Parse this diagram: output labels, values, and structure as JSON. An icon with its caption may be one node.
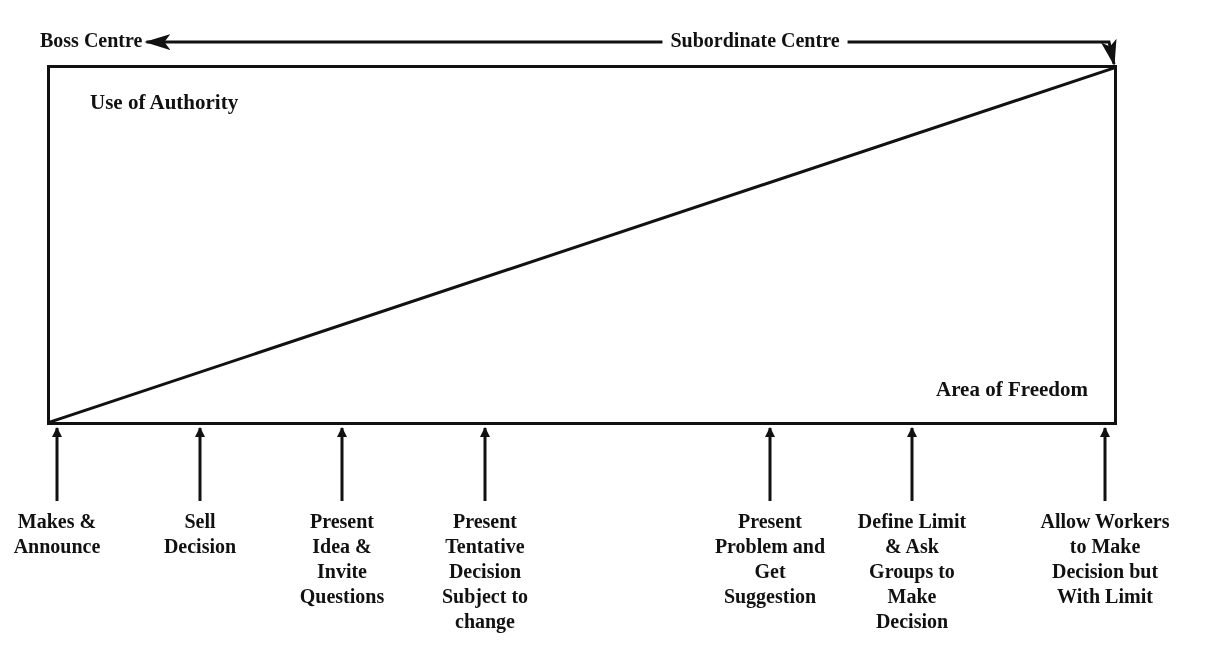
{
  "diagram": {
    "nodes": [
      {
        "text": [
          "Boss Centre"
        ]
      },
      {
        "text": [
          "Subordinate Centre"
        ]
      },
      {
        "text": [
          "Use of Authority",
          "Area of Freedom"
        ]
      },
      {
        "text": [
          "Makes & Announce"
        ]
      },
      {
        "text": [
          "Sell Decision"
        ]
      },
      {
        "text": [
          "Present Idea & Invite Questions"
        ]
      },
      {
        "text": [
          "Present Tentative Decision Subject to change"
        ]
      },
      {
        "text": [
          "Present Problem and Get Suggestion"
        ]
      },
      {
        "text": [
          "Define Limit & Ask Groups to Make Decision"
        ]
      },
      {
        "text": [
          "Allow Workers to Make Decision but With Limit"
        ]
      }
    ],
    "edges": [
      {
        "from": 1,
        "to": 0,
        "arrow": "to"
      },
      {
        "from": 1,
        "to": 2,
        "arrow": "to"
      },
      {
        "from": 3,
        "to": 2,
        "arrow": "to"
      },
      {
        "from": 4,
        "to": 2,
        "arrow": "to"
      },
      {
        "from": 5,
        "to": 2,
        "arrow": "to"
      },
      {
        "from": 6,
        "to": 2,
        "arrow": "to"
      },
      {
        "from": 7,
        "to": 2,
        "arrow": "to"
      },
      {
        "from": 8,
        "to": 2,
        "arrow": "to"
      },
      {
        "from": 9,
        "to": 2,
        "arrow": "to"
      }
    ]
  }
}
